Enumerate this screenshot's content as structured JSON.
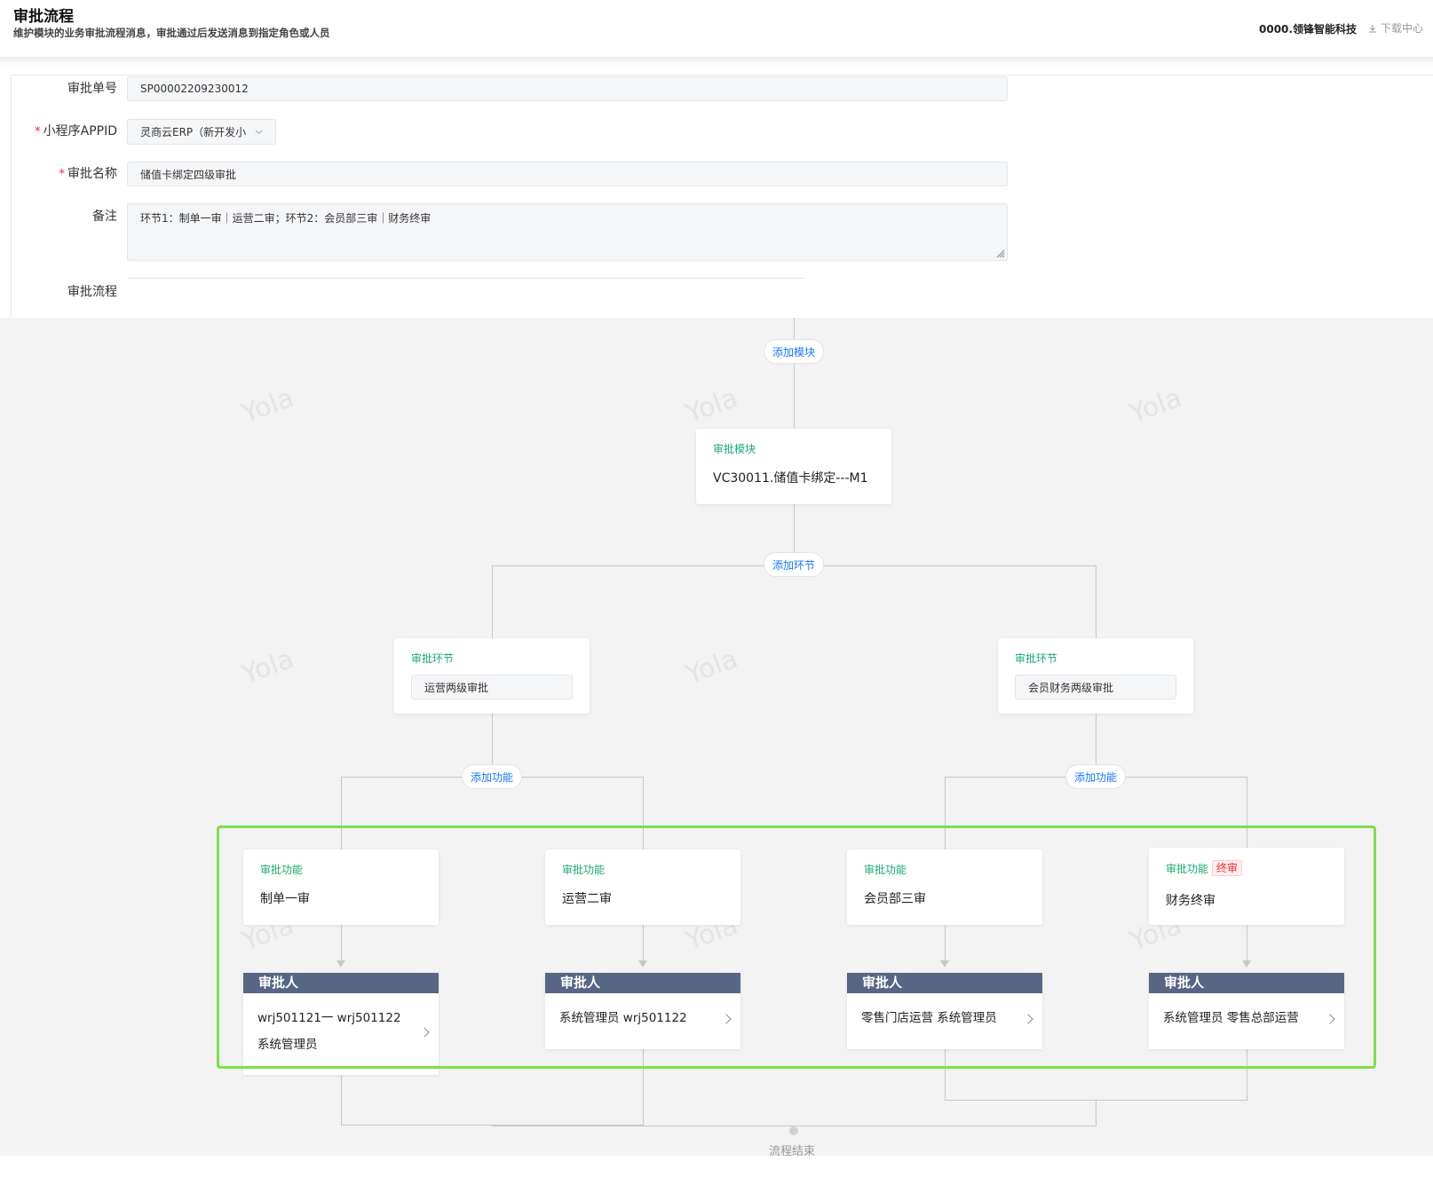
{
  "header": {
    "title": "审批流程",
    "subtitle": "维护模块的业务审批流程消息，审批通过后发送消息到指定角色或人员",
    "company": "0000.领锋智能科技",
    "download": "下载中心"
  },
  "form": {
    "approval_no": {
      "label": "审批单号",
      "value": "SP00002209230012"
    },
    "appid": {
      "label": "小程序APPID",
      "value": "灵商云ERP（新开发小",
      "required": true
    },
    "approval_name": {
      "label": "审批名称",
      "value": "储值卡绑定四级审批",
      "required": true
    },
    "remark": {
      "label": "备注",
      "value": "环节1：制单一审｜运营二审；环节2：会员部三审｜财务终审"
    },
    "flow_label": "审批流程"
  },
  "flow": {
    "add_module": "添加模块",
    "module": {
      "tag": "审批模块",
      "name": "VC30011.储值卡绑定---M1"
    },
    "add_stage": "添加环节",
    "stages": [
      {
        "tag": "审批环节",
        "name": "运营两级审批",
        "add_function": "添加功能"
      },
      {
        "tag": "审批环节",
        "name": "会员财务两级审批",
        "add_function": "添加功能"
      }
    ],
    "functions": [
      {
        "tag": "审批功能",
        "name": "制单一审",
        "badge": ""
      },
      {
        "tag": "审批功能",
        "name": "运营二审",
        "badge": ""
      },
      {
        "tag": "审批功能",
        "name": "会员部三审",
        "badge": ""
      },
      {
        "tag": "审批功能",
        "name": "财务终审",
        "badge": "终审"
      }
    ],
    "approver_header": "审批人",
    "approvers": [
      "wrj501121一 wrj501122 系统管理员",
      "系统管理员 wrj501122",
      "零售门店运营 系统管理员",
      "系统管理员 零售总部运营"
    ],
    "end_label": "流程结束"
  },
  "icons": {
    "download": "download-icon",
    "chevron": "chevron-right-icon",
    "dropdown": "chevron-down-icon"
  },
  "colors": {
    "tag_green": "#1aaa70",
    "link_blue": "#1677ff",
    "approver_header": "#576685",
    "highlight": "#7ce04a",
    "final_badge": "#f5222d"
  },
  "watermark": "Yola"
}
